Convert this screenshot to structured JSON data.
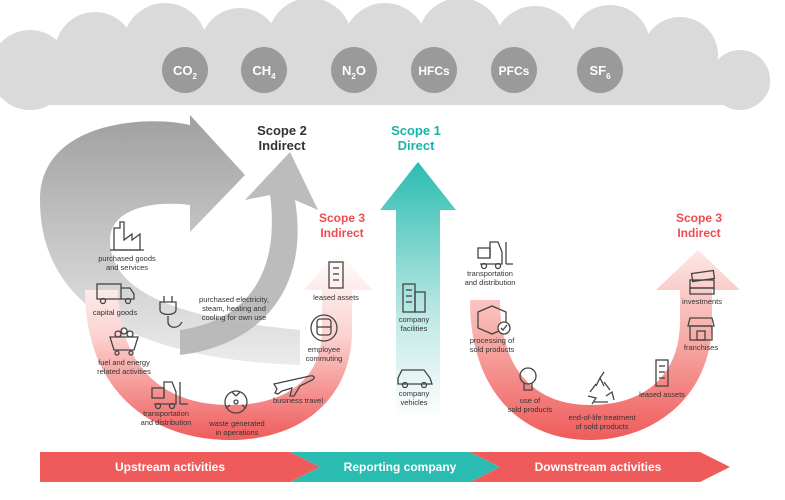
{
  "gases": [
    {
      "base": "CO",
      "sub": "2"
    },
    {
      "base": "CH",
      "sub": "4"
    },
    {
      "base": "N",
      "sub": "2",
      "tail": "O"
    },
    {
      "base": "HFCs",
      "sub": ""
    },
    {
      "base": "PFCs",
      "sub": ""
    },
    {
      "base": "SF",
      "sub": "6"
    }
  ],
  "scope2": {
    "line1": "Scope 2",
    "line2": "Indirect"
  },
  "scope1": {
    "line1": "Scope 1",
    "line2": "Direct"
  },
  "scope3_upstream": {
    "line1": "Scope 3",
    "line2": "Indirect"
  },
  "scope3_downstream": {
    "line1": "Scope 3",
    "line2": "Indirect"
  },
  "upstream_items": {
    "purchased_goods": [
      "purchased goods",
      "and services"
    ],
    "capital_goods": [
      "capital goods"
    ],
    "fuel_energy": [
      "fuel and energy",
      "related activities"
    ],
    "transport_up": [
      "transportation",
      "and distribution"
    ],
    "waste": [
      "waste generated",
      "in operations"
    ],
    "business_travel": [
      "business travel"
    ],
    "employee_commuting": [
      "employee",
      "commuting"
    ],
    "leased_assets_up": [
      "leased assets"
    ]
  },
  "scope2_item": [
    "purchased electricity,",
    "steam, heating and",
    "cooling for own use"
  ],
  "company_items": {
    "facilities": [
      "company",
      "facilities"
    ],
    "vehicles": [
      "company",
      "vehicles"
    ]
  },
  "downstream_items": {
    "transport_down": [
      "transportation",
      "and distribution"
    ],
    "processing": [
      "processing of",
      "sold products"
    ],
    "use": [
      "use of",
      "sold products"
    ],
    "end_of_life": [
      "end-of-life treatment",
      "of sold products"
    ],
    "leased_assets_down": [
      "leased assets"
    ],
    "franchises": [
      "franchises"
    ],
    "investments": [
      "investments"
    ]
  },
  "bottom_bar": {
    "upstream": "Upstream activities",
    "reporting": "Reporting company",
    "downstream": "Downstream activities"
  },
  "colors": {
    "cloud": "#d9d9d9",
    "gas_circle": "#9a9a9a",
    "scope2_text": "#333333",
    "scope1_text": "#19b3aa",
    "scope3_text": "#ee4b4f",
    "red": "#ef5b5b",
    "teal": "#2bbcb1",
    "gray_arrow": "#b8b8b8",
    "icon": "#444444"
  }
}
